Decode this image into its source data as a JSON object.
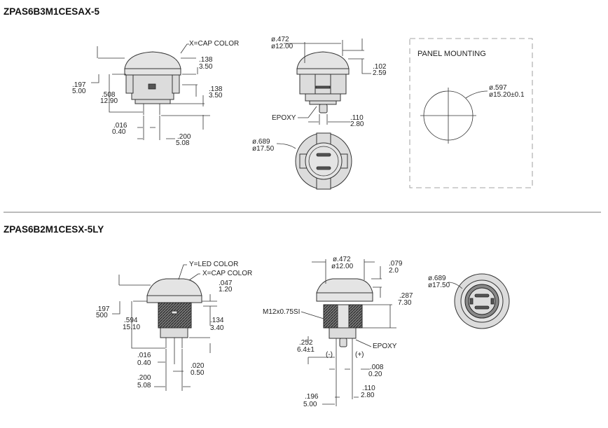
{
  "section1": {
    "title": "ZPAS6B3M1CESAX-5",
    "side_view": {
      "cap_label": "X=CAP COLOR",
      "dim_cap_in": ".138",
      "dim_cap_mm": "3.50",
      "dim_a_in": ".197",
      "dim_a_mm": "5.00",
      "dim_b_in": ".508",
      "dim_b_mm": "12.90",
      "dim_c_in": ".138",
      "dim_c_mm": "3.50",
      "dim_pin_in": ".016",
      "dim_pin_mm": "0.40",
      "dim_pitch_in": ".200",
      "dim_pitch_mm": "5.08"
    },
    "front_view": {
      "dia_in": "ø.472",
      "dia_mm": "ø12.00",
      "dim_top_in": ".102",
      "dim_top_mm": "2.59",
      "epoxy_label": "EPOXY",
      "dim_tab_in": ".110",
      "dim_tab_mm": "2.80"
    },
    "bottom_view": {
      "dia_in": "ø.689",
      "dia_mm": "ø17.50"
    },
    "panel": {
      "title": "PANEL MOUNTING",
      "dia_in": "ø.597",
      "dia_mm": "ø15.20±0.1"
    }
  },
  "section2": {
    "title": "ZPAS6B2M1CESX-5LY",
    "side_view": {
      "led_label": "Y=LED COLOR",
      "cap_label": "X=CAP COLOR",
      "dim_cap_in": ".047",
      "dim_cap_mm": "1.20",
      "dim_a_in": ".197",
      "dim_a_mm": "500",
      "dim_b_in": ".594",
      "dim_b_mm": "15.10",
      "dim_c_in": ".134",
      "dim_c_mm": "3.40",
      "dim_pin_in": ".016",
      "dim_pin_mm": "0.40",
      "dim_gap_in": ".020",
      "dim_gap_mm": "0.50",
      "dim_pitch_in": ".200",
      "dim_pitch_mm": "5.08"
    },
    "front_view": {
      "dia_in": "ø.472",
      "dia_mm": "ø12.00",
      "dim_top_in": ".079",
      "dim_top_mm": "2.0",
      "dim_thread_in": ".287",
      "dim_thread_mm": "7.30",
      "thread_label": "M12x0.75SI",
      "dim_pin_len_in": ".252",
      "dim_pin_len_mm": "6.4±1",
      "minus_label": "(-)",
      "plus_label": "(+)",
      "epoxy_label": "EPOXY",
      "dim_pin_in": ".008",
      "dim_pin_mm": "0.20",
      "dim_tab_in": ".110",
      "dim_tab_mm": "2.80",
      "dim_pitch_in": ".196",
      "dim_pitch_mm": "5.00"
    },
    "bottom_view": {
      "dia_in": "ø.689",
      "dia_mm": "ø17.50"
    }
  }
}
